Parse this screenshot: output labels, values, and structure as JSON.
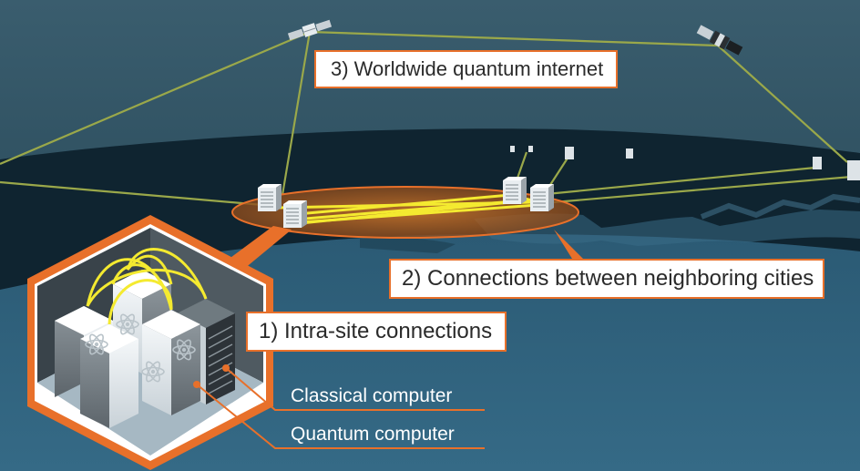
{
  "labels": {
    "worldwide": "3) Worldwide quantum internet",
    "neighboring_cities": "2) Connections between neighboring cities",
    "intra_site": "1) Intra-site connections",
    "classical_computer": "Classical computer",
    "quantum_computer": "Quantum computer"
  },
  "colors": {
    "sky_top": "#37596a",
    "sky_bottom": "#214252",
    "land_dark": "#0f2430",
    "sea": "#2e5e78",
    "link_green": "#9aa84a",
    "link_yellow": "#f4ea30",
    "accent_orange": "#e8702a",
    "server_white": "#e8eef2"
  }
}
